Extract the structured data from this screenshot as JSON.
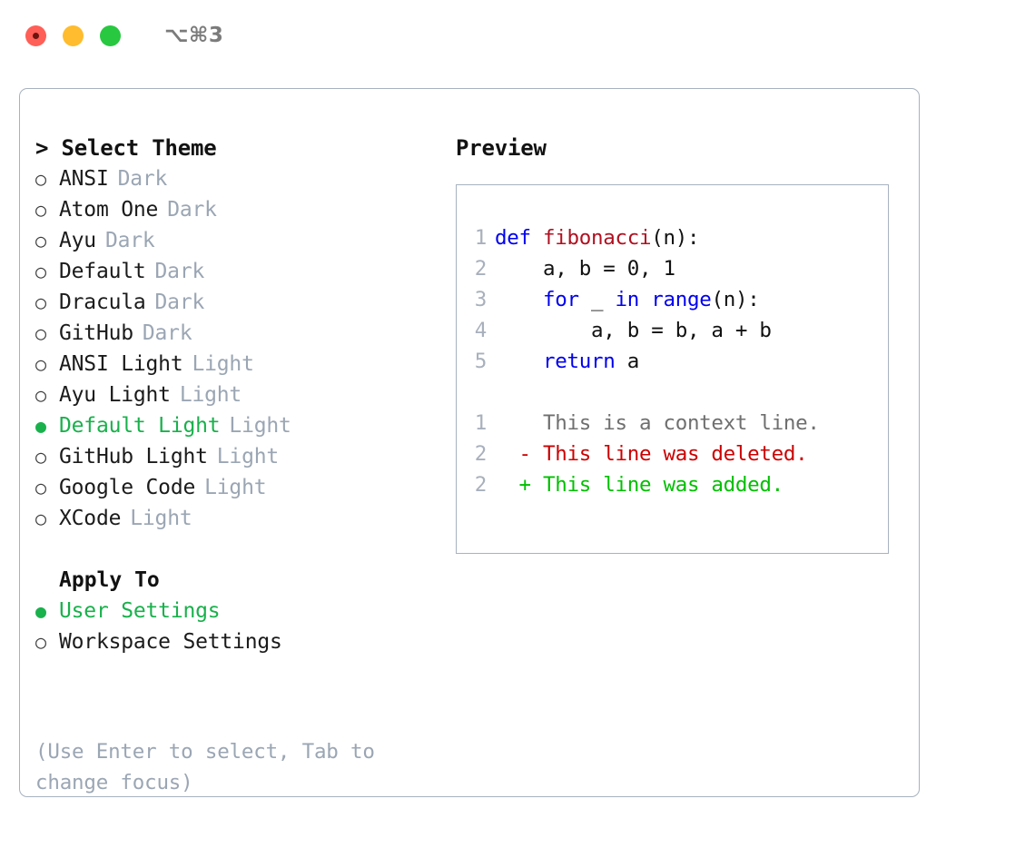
{
  "titlebar": {
    "shortcut": "⌥⌘3",
    "buttons": [
      {
        "name": "close",
        "color": "#FF5F57"
      },
      {
        "name": "minimize",
        "color": "#FEBC2E"
      },
      {
        "name": "maximize",
        "color": "#28C840"
      }
    ]
  },
  "colors": {
    "panel_border": "#A7B1BF",
    "selected_green": "#19B14C",
    "muted_gray": "#9BA6B4",
    "keyword_blue": "#0000EE",
    "function_red": "#B01020",
    "diff_add_green": "#00C000",
    "diff_del_red": "#CC0000",
    "line_number_gray": "#A8B0BC"
  },
  "theme_section": {
    "header": "> Select Theme",
    "bullet_selected": "●",
    "bullet_unselected": "○",
    "items": [
      {
        "name": "ANSI",
        "tag": "Dark",
        "selected": false
      },
      {
        "name": "Atom One",
        "tag": "Dark",
        "selected": false
      },
      {
        "name": "Ayu",
        "tag": "Dark",
        "selected": false
      },
      {
        "name": "Default",
        "tag": "Dark",
        "selected": false
      },
      {
        "name": "Dracula",
        "tag": "Dark",
        "selected": false
      },
      {
        "name": "GitHub",
        "tag": "Dark",
        "selected": false
      },
      {
        "name": "ANSI Light",
        "tag": "Light",
        "selected": false
      },
      {
        "name": "Ayu Light",
        "tag": "Light",
        "selected": false
      },
      {
        "name": "Default Light",
        "tag": "Light",
        "selected": true
      },
      {
        "name": "GitHub Light",
        "tag": "Light",
        "selected": false
      },
      {
        "name": "Google Code",
        "tag": "Light",
        "selected": false
      },
      {
        "name": "XCode",
        "tag": "Light",
        "selected": false
      }
    ]
  },
  "apply_section": {
    "header": "Apply To",
    "items": [
      {
        "name": "User Settings",
        "selected": true
      },
      {
        "name": "Workspace Settings",
        "selected": false
      }
    ]
  },
  "hint": "(Use Enter to select, Tab to change focus)",
  "preview": {
    "title": "Preview",
    "code_lines": [
      {
        "number": "1",
        "tokens": [
          {
            "text": "def ",
            "type": "keyword"
          },
          {
            "text": "fibonacci",
            "type": "function"
          },
          {
            "text": "(n):",
            "type": "plain"
          }
        ]
      },
      {
        "number": "2",
        "tokens": [
          {
            "text": "    a, b = 0, 1",
            "type": "plain"
          }
        ]
      },
      {
        "number": "3",
        "tokens": [
          {
            "text": "    ",
            "type": "plain"
          },
          {
            "text": "for",
            "type": "keyword"
          },
          {
            "text": " _ ",
            "type": "plain"
          },
          {
            "text": "in",
            "type": "keyword"
          },
          {
            "text": " ",
            "type": "plain"
          },
          {
            "text": "range",
            "type": "keyword"
          },
          {
            "text": "(n):",
            "type": "plain"
          }
        ]
      },
      {
        "number": "4",
        "tokens": [
          {
            "text": "        a, b = b, a + b",
            "type": "plain"
          }
        ]
      },
      {
        "number": "5",
        "tokens": [
          {
            "text": "    ",
            "type": "plain"
          },
          {
            "text": "return",
            "type": "keyword"
          },
          {
            "text": " a",
            "type": "plain"
          }
        ]
      }
    ],
    "diff_lines": [
      {
        "number": "1",
        "marker": "  ",
        "text": "This is a context line.",
        "type": "context"
      },
      {
        "number": "2",
        "marker": "- ",
        "text": "This line was deleted.",
        "type": "deleted"
      },
      {
        "number": "2",
        "marker": "+ ",
        "text": "This line was added.",
        "type": "added"
      }
    ]
  }
}
